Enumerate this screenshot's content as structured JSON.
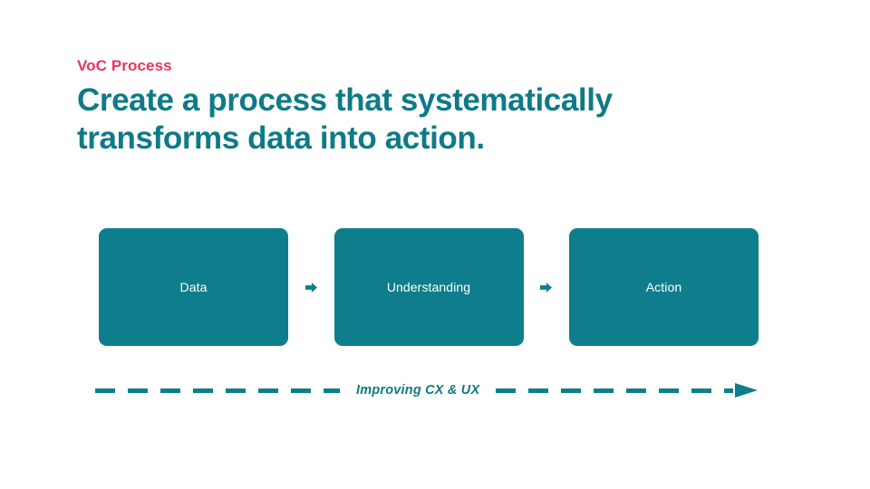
{
  "slide": {
    "background_color": "#ffffff",
    "accent_teal": "#0f7e8c",
    "accent_pink": "#e8355b"
  },
  "header": {
    "eyebrow": "VoC Process",
    "headline": "Create a process that systematically transforms data into action."
  },
  "process": {
    "stages": [
      {
        "label": "Data"
      },
      {
        "label": "Understanding"
      },
      {
        "label": "Action"
      }
    ],
    "connectors": [
      {
        "icon": "arrow-right-icon"
      },
      {
        "icon": "arrow-right-icon"
      }
    ]
  },
  "progress": {
    "caption": "Improving CX & UX",
    "line_style": "dashed",
    "arrow": "arrow-right-solid-icon",
    "color": "#0f7e8c"
  }
}
